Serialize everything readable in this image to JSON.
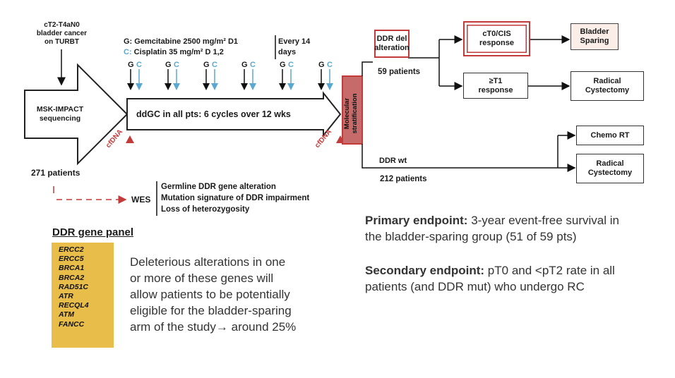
{
  "inclusion": {
    "line1": "cT2-T4aN0",
    "line2": "bladder cancer",
    "line3": "on TURBT"
  },
  "sequencing": {
    "line1": "MSK-IMPACT",
    "line2": "sequencing"
  },
  "patients_total": "271 patients",
  "regimen": {
    "line1_prefix": "G: ",
    "line1_text": "Gemcitabine 2500 mg/m² D1",
    "line2_prefix": "C: ",
    "line2_text": "Cisplatin 35 mg/m² D 1,2",
    "freq_line1": "Every 14",
    "freq_line2": "days"
  },
  "cycle_markers": [
    "G",
    "C"
  ],
  "treatment_arrow": "ddGC in all pts: 6 cycles over 12 wks",
  "cfdna_label": "cfDNA",
  "molecular": {
    "line1": "Molecular",
    "line2": "stratification"
  },
  "ddr_del": {
    "line1": "DDR del",
    "line2": "alteration",
    "patients": "59 patients"
  },
  "ct0": {
    "line1": "cT0/CIS",
    "line2": "response"
  },
  "bladder_sparing": {
    "line1": "Bladder",
    "line2": "Sparing"
  },
  "t1": {
    "line1": "≥T1",
    "line2": "response"
  },
  "radical1": {
    "line1": "Radical",
    "line2": "Cystectomy"
  },
  "ddr_wt": {
    "label": "DDR wt",
    "patients": "212 patients"
  },
  "chemo_rt": "Chemo RT",
  "radical2": {
    "line1": "Radical",
    "line2": "Cystectomy"
  },
  "wes": {
    "label": "WES",
    "items": [
      "Germline DDR gene alteration",
      "Mutation signature of DDR impairment",
      "Loss of heterozygosity"
    ]
  },
  "gene_panel": {
    "title": "DDR gene panel",
    "genes": [
      "ERCC2",
      "ERCC5",
      "BRCA1",
      "BRCA2",
      "RAD51C",
      "ATR",
      "RECQL4",
      "ATM",
      "FANCC"
    ],
    "desc": [
      "Deleterious alterations in one",
      "or more of these genes will",
      "allow patients to be potentially",
      "eligible for the bladder-sparing",
      "arm of the study→ around 25%"
    ]
  },
  "primary": {
    "label": "Primary endpoint:",
    "line1": " 3-year event-free survival in",
    "line2": "the bladder-sparing group (51 of 59 pts)"
  },
  "secondary": {
    "label": "Secondary endpoint:",
    "line1": " pT0 and <pT2 rate in all",
    "line2": "patients (and DDR mut) who undergo RC"
  },
  "colors": {
    "red": "#c23a3a",
    "molecular_fill": "#c66a6a",
    "gene_panel": "#e8bd4a",
    "cyan": "#5aa8d0"
  }
}
